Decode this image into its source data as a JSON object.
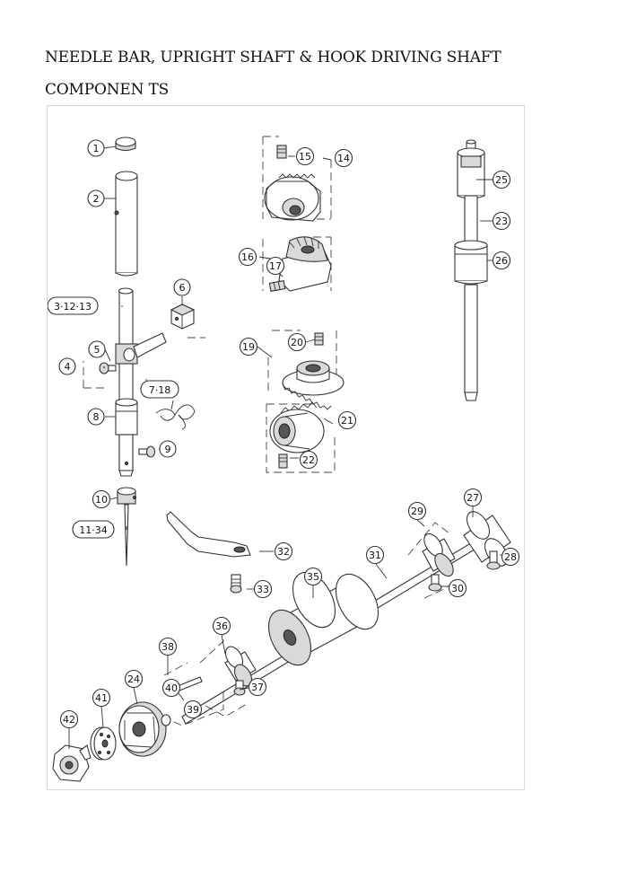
{
  "title": "NEEDLE BAR, UPRIGHT SHAFT & HOOK DRIVING SHAFT COMPONEN TS",
  "callouts": {
    "c1": "1",
    "c2": "2",
    "c3": "3·12·13",
    "c4": "4",
    "c5": "5",
    "c6": "6",
    "c7": "7·18",
    "c8": "8",
    "c9": "9",
    "c10": "10",
    "c11": "11·34",
    "c14": "14",
    "c15": "15",
    "c16": "16",
    "c17": "17",
    "c19": "19",
    "c20": "20",
    "c21": "21",
    "c22": "22",
    "c23": "23",
    "c25": "25",
    "c26": "26",
    "c27": "27",
    "c28": "28",
    "c29": "29",
    "c30": "30",
    "c31": "31",
    "c32": "32",
    "c33": "33",
    "c35": "35",
    "c36": "36",
    "c37": "37",
    "c38": "38",
    "c39": "39",
    "c40": "40",
    "c41": "41",
    "c42": "42",
    "c24": "24"
  }
}
